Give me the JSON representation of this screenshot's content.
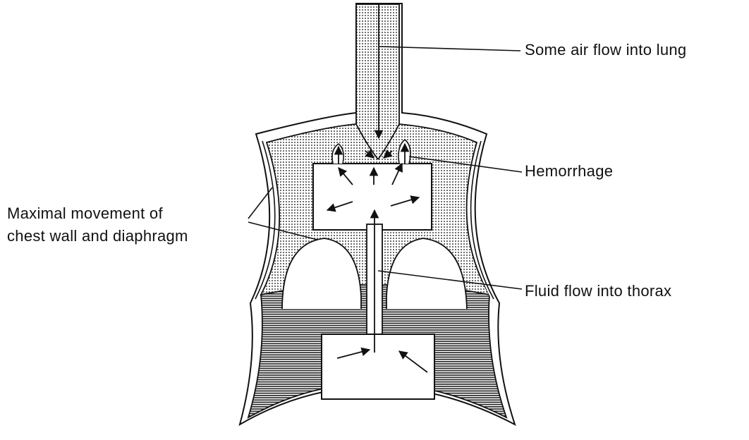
{
  "labels": {
    "air_flow": "Some air flow into lung",
    "hemorrhage": "Hemorrhage",
    "movement_line1": "Maximal movement of",
    "movement_line2": "chest wall and diaphragm",
    "fluid_flow": "Fluid flow into thorax"
  }
}
